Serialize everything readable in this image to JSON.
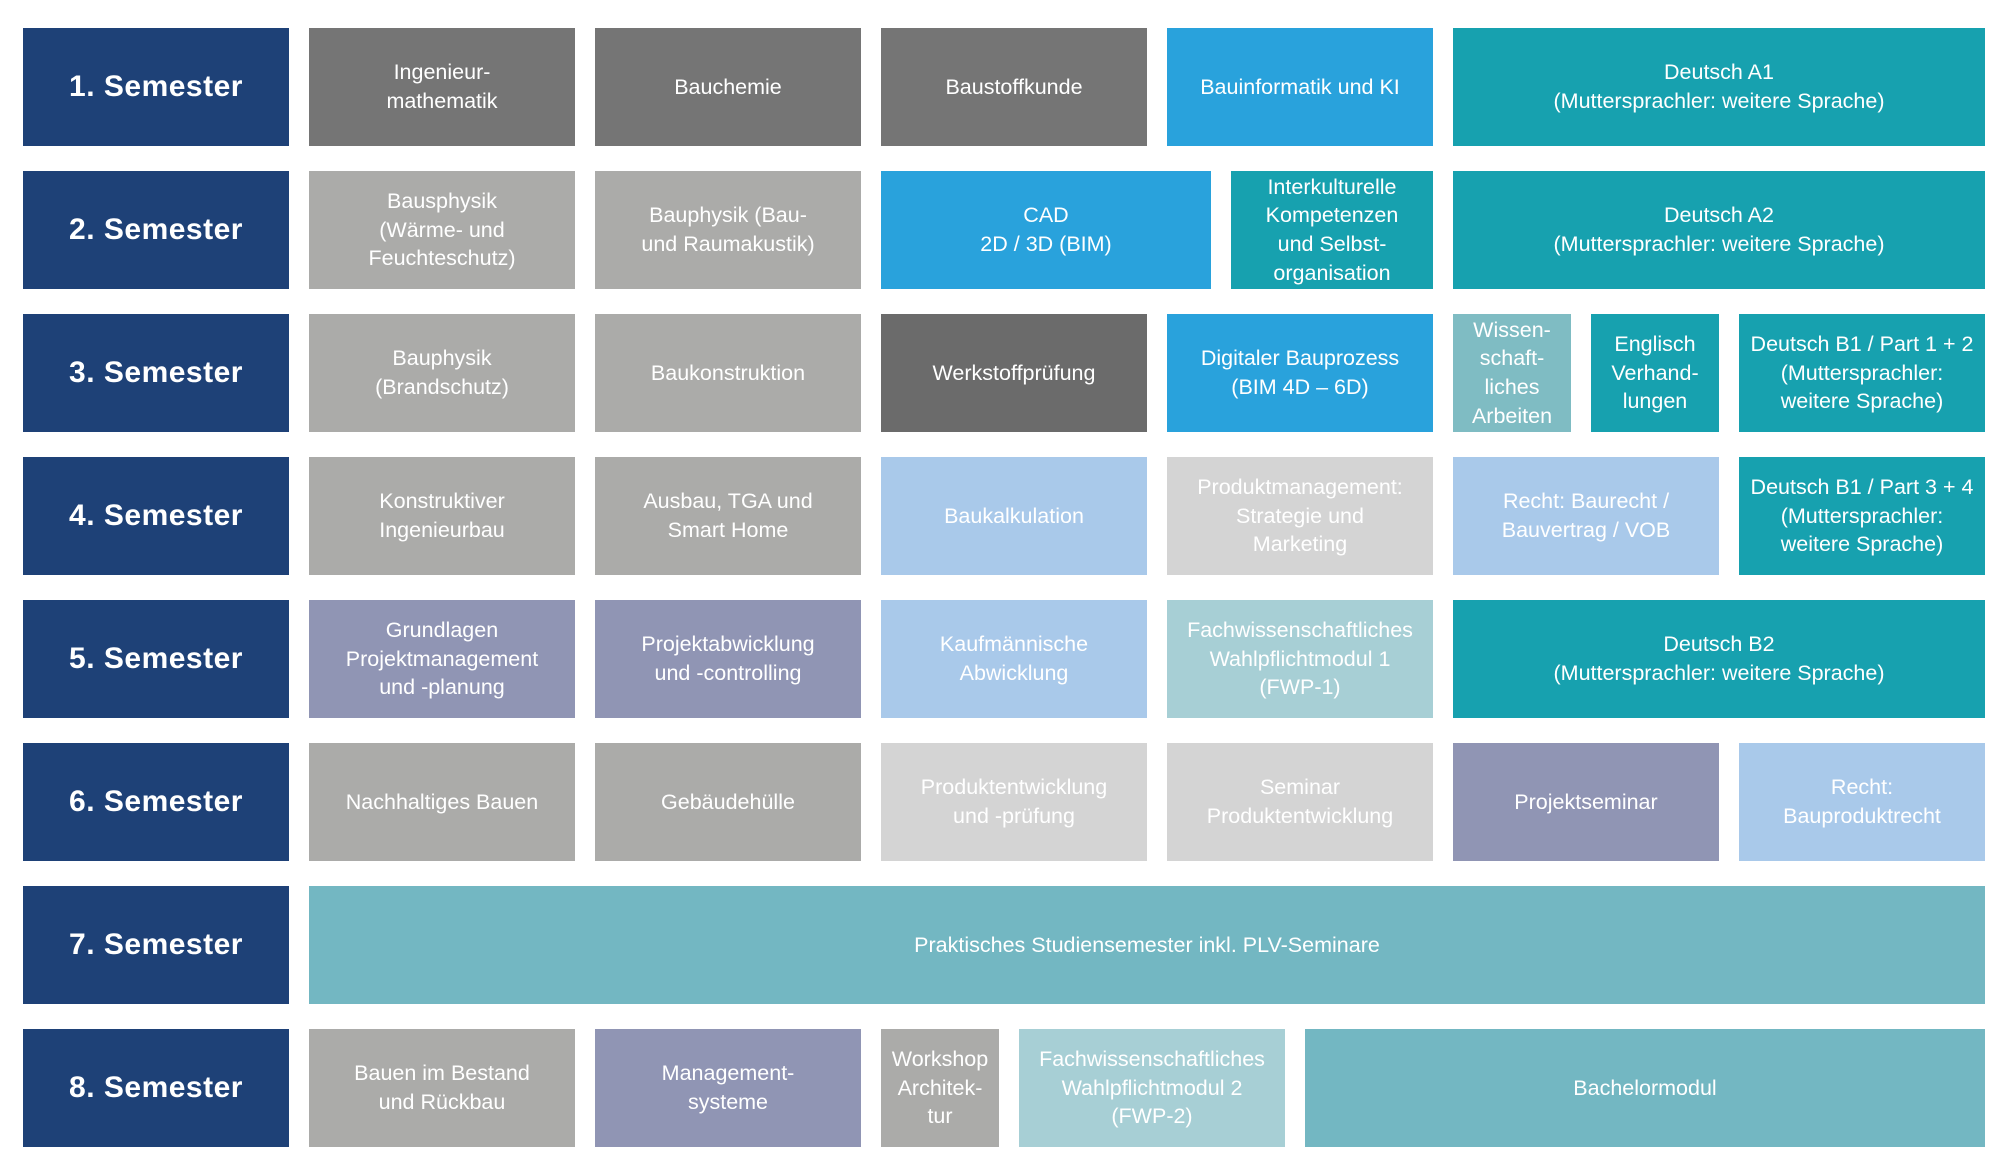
{
  "palette": {
    "navy": "#1E4177",
    "gray_mid": "#757575",
    "gray_dark": "#6B6B6B",
    "gray_light": "#ABABA9",
    "gray_pale": "#D4D4D4",
    "azure": "#29A2DC",
    "teal": "#17A1AF",
    "teal_soft": "#7FBCC3",
    "teal_pale": "#A7CFD5",
    "teal_bar": "#73B7C2",
    "blue_light": "#A9C9EA",
    "purple": "#9095B4",
    "text": "#FFFFFF",
    "background": "#FFFFFF"
  },
  "rows": [
    {
      "semester": "1. Semester",
      "cells": [
        {
          "label": "Ingenieur-\nmathematik",
          "color": "gray_mid"
        },
        {
          "label": "Bauchemie",
          "color": "gray_mid"
        },
        {
          "label": "Baustoffkunde",
          "color": "gray_mid"
        },
        {
          "label": "Bauinformatik und KI",
          "color": "azure"
        },
        {
          "label": "Deutsch A1\n(Muttersprachler: weitere Sprache)",
          "color": "teal"
        }
      ]
    },
    {
      "semester": "2. Semester",
      "cells": [
        {
          "label": "Bausphysik\n(Wärme- und\nFeuchteschutz)",
          "color": "gray_light"
        },
        {
          "label": "Bauphysik (Bau-\nund Raumakustik)",
          "color": "gray_light"
        },
        {
          "label": "CAD\n2D / 3D (BIM)",
          "color": "azure"
        },
        {
          "label": "Interkulturelle\nKompetenzen\nund Selbst-\norganisation",
          "color": "teal"
        },
        {
          "label": "Deutsch A2\n(Muttersprachler: weitere Sprache)",
          "color": "teal"
        }
      ]
    },
    {
      "semester": "3. Semester",
      "cells": [
        {
          "label": "Bauphysik\n(Brandschutz)",
          "color": "gray_light"
        },
        {
          "label": "Baukonstruktion",
          "color": "gray_light"
        },
        {
          "label": "Werkstoffprüfung",
          "color": "gray_dark"
        },
        {
          "label": "Digitaler Bauprozess\n(BIM 4D – 6D)",
          "color": "azure"
        },
        {
          "label": "Wissen-\nschaft-\nliches\nArbeiten",
          "color": "teal_soft"
        },
        {
          "label": "Englisch\nVerhand-\nlungen",
          "color": "teal"
        },
        {
          "label": "Deutsch B1 / Part 1 + 2\n(Muttersprachler:\nweitere Sprache)",
          "color": "teal"
        }
      ]
    },
    {
      "semester": "4. Semester",
      "cells": [
        {
          "label": "Konstruktiver\nIngenieurbau",
          "color": "gray_light"
        },
        {
          "label": "Ausbau, TGA und\nSmart Home",
          "color": "gray_light"
        },
        {
          "label": "Baukalkulation",
          "color": "blue_light"
        },
        {
          "label": "Produktmanagement:\nStrategie und\nMarketing",
          "color": "gray_pale"
        },
        {
          "label": "Recht: Baurecht /\nBauvertrag / VOB",
          "color": "blue_light"
        },
        {
          "label": "Deutsch B1 / Part 3 + 4\n(Muttersprachler:\nweitere Sprache)",
          "color": "teal"
        }
      ]
    },
    {
      "semester": "5. Semester",
      "cells": [
        {
          "label": "Grundlagen\nProjektmanagement\nund -planung",
          "color": "purple"
        },
        {
          "label": "Projektabwicklung\nund -controlling",
          "color": "purple"
        },
        {
          "label": "Kaufmännische\nAbwicklung",
          "color": "blue_light"
        },
        {
          "label": "Fachwissenschaftliches\nWahlpflichtmodul 1\n(FWP-1)",
          "color": "teal_pale"
        },
        {
          "label": "Deutsch B2\n(Muttersprachler: weitere Sprache)",
          "color": "teal"
        }
      ]
    },
    {
      "semester": "6. Semester",
      "cells": [
        {
          "label": "Nachhaltiges Bauen",
          "color": "gray_light"
        },
        {
          "label": "Gebäudehülle",
          "color": "gray_light"
        },
        {
          "label": "Produktentwicklung\nund -prüfung",
          "color": "gray_pale"
        },
        {
          "label": "Seminar\nProduktentwicklung",
          "color": "gray_pale"
        },
        {
          "label": "Projektseminar",
          "color": "purple"
        },
        {
          "label": "Recht:\nBauproduktrecht",
          "color": "blue_light"
        }
      ]
    },
    {
      "semester": "7. Semester",
      "cells": [
        {
          "label": "Praktisches Studiensemester inkl. PLV-Seminare",
          "color": "teal_bar"
        }
      ]
    },
    {
      "semester": "8. Semester",
      "cells": [
        {
          "label": "Bauen im Bestand\nund Rückbau",
          "color": "gray_light"
        },
        {
          "label": "Management-\nsysteme",
          "color": "purple"
        },
        {
          "label": "Workshop\nArchitek-\ntur",
          "color": "gray_light"
        },
        {
          "label": "Fachwissenschaftliches\nWahlpflichtmodul 2\n(FWP-2)",
          "color": "teal_pale"
        },
        {
          "label": "Bachelormodul",
          "color": "teal_bar"
        }
      ]
    }
  ]
}
